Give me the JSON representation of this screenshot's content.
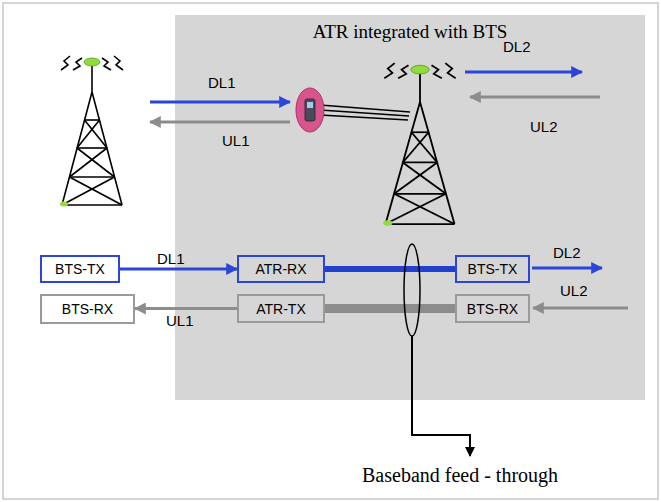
{
  "diagram": {
    "nodes": [
      {
        "text": [
          "ATR integrated with BTS"
        ]
      },
      {
        "text": [
          "BTS-TX"
        ]
      },
      {
        "text": [
          "BTS-RX"
        ]
      },
      {
        "text": [
          "ATR-RX"
        ],
        "in": 0
      },
      {
        "text": [
          "ATR-TX"
        ],
        "in": 0
      },
      {
        "text": [
          "BTS-TX"
        ],
        "in": 0
      },
      {
        "text": [
          "BTS-RX"
        ],
        "in": 0
      }
    ],
    "edges": [
      {
        "from": 1,
        "to": 3,
        "label": "DL1",
        "arrow": "to"
      },
      {
        "from": 4,
        "to": 2,
        "label": "UL1",
        "arrow": "to"
      },
      {
        "from": 3,
        "to": 5,
        "arrow": "none"
      },
      {
        "from": 6,
        "to": 4,
        "arrow": "none"
      }
    ],
    "labels": [
      "DL1",
      "UL1",
      "DL2",
      "UL2",
      "DL2",
      "UL2",
      "Baseband feed - through"
    ]
  }
}
